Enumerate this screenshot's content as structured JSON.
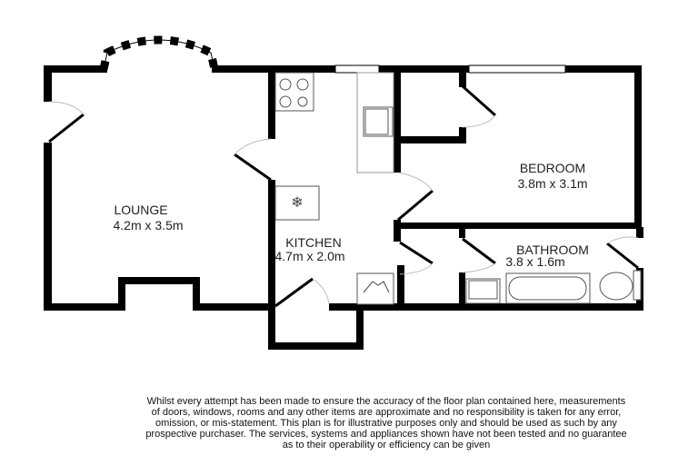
{
  "rooms": {
    "lounge": {
      "name": "LOUNGE",
      "size": "4.2m x 3.5m"
    },
    "kitchen": {
      "name": "KITCHEN",
      "size": "4.7m x 2.0m"
    },
    "bedroom": {
      "name": "BEDROOM",
      "size": "3.8m x 3.1m"
    },
    "bathroom": {
      "name": "BATHROOM",
      "size": "3.8 x 1.6m"
    }
  },
  "disclaimer": [
    "Whilst every attempt has been made to ensure the accuracy of the floor plan contained here, measurements",
    "of doors, windows, rooms and any other items are approximate and no responsibility is taken for any error,",
    "omission, or mis-statement. This plan is for illustrative purposes only and should be used as such by any",
    "prospective purchaser. The services, systems and appliances shown have not been tested and no guarantee",
    "as to their operability or efficiency can be given"
  ],
  "colors": {
    "wall": "#000000",
    "background": "#ffffff"
  }
}
